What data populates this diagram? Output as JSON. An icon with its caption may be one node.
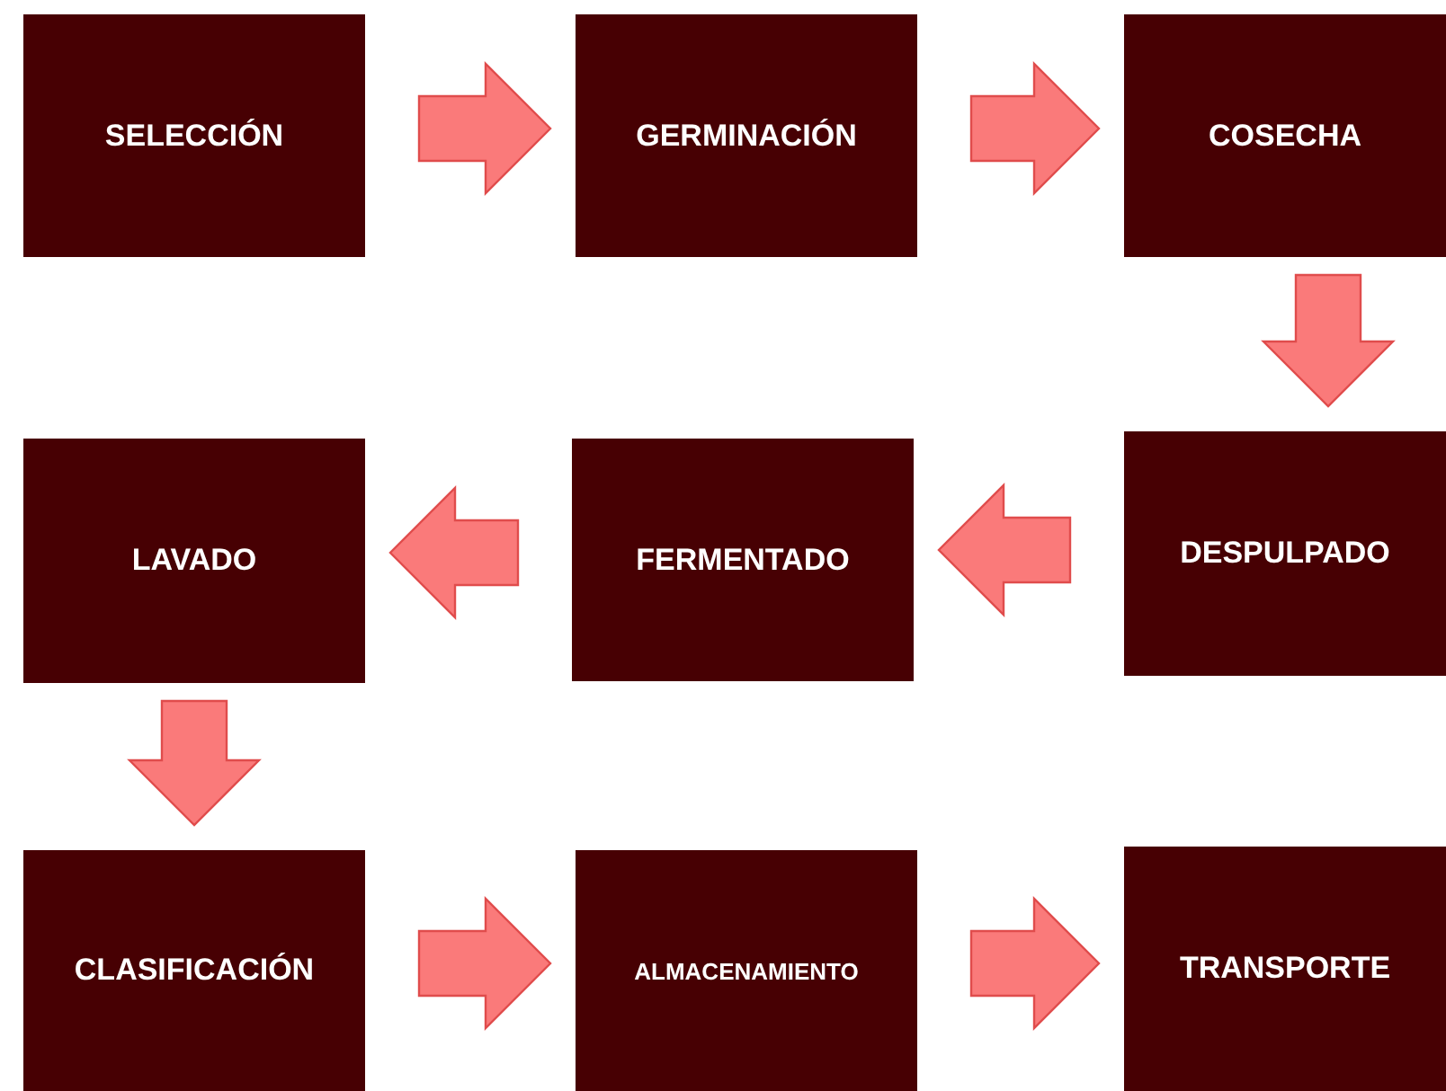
{
  "diagram": {
    "nodes": [
      {
        "text": [
          "SELECCIÓN"
        ]
      },
      {
        "text": [
          "GERMINACIÓN"
        ]
      },
      {
        "text": [
          "COSECHA"
        ]
      },
      {
        "text": [
          "DESPULPADO"
        ]
      },
      {
        "text": [
          "FERMENTADO"
        ]
      },
      {
        "text": [
          "LAVADO"
        ]
      },
      {
        "text": [
          "CLASIFICACIÓN"
        ]
      },
      {
        "text": [
          "ALMACENAMIENTO"
        ]
      },
      {
        "text": [
          "TRANSPORTE"
        ]
      }
    ],
    "edges": [
      {
        "from": 0,
        "to": 1,
        "arrow": "to"
      },
      {
        "from": 1,
        "to": 2,
        "arrow": "to"
      },
      {
        "from": 2,
        "to": 3,
        "arrow": "to"
      },
      {
        "from": 3,
        "to": 4,
        "arrow": "to"
      },
      {
        "from": 4,
        "to": 5,
        "arrow": "to"
      },
      {
        "from": 5,
        "to": 6,
        "arrow": "to"
      },
      {
        "from": 6,
        "to": 7,
        "arrow": "to"
      },
      {
        "from": 7,
        "to": 8,
        "arrow": "to"
      }
    ]
  }
}
